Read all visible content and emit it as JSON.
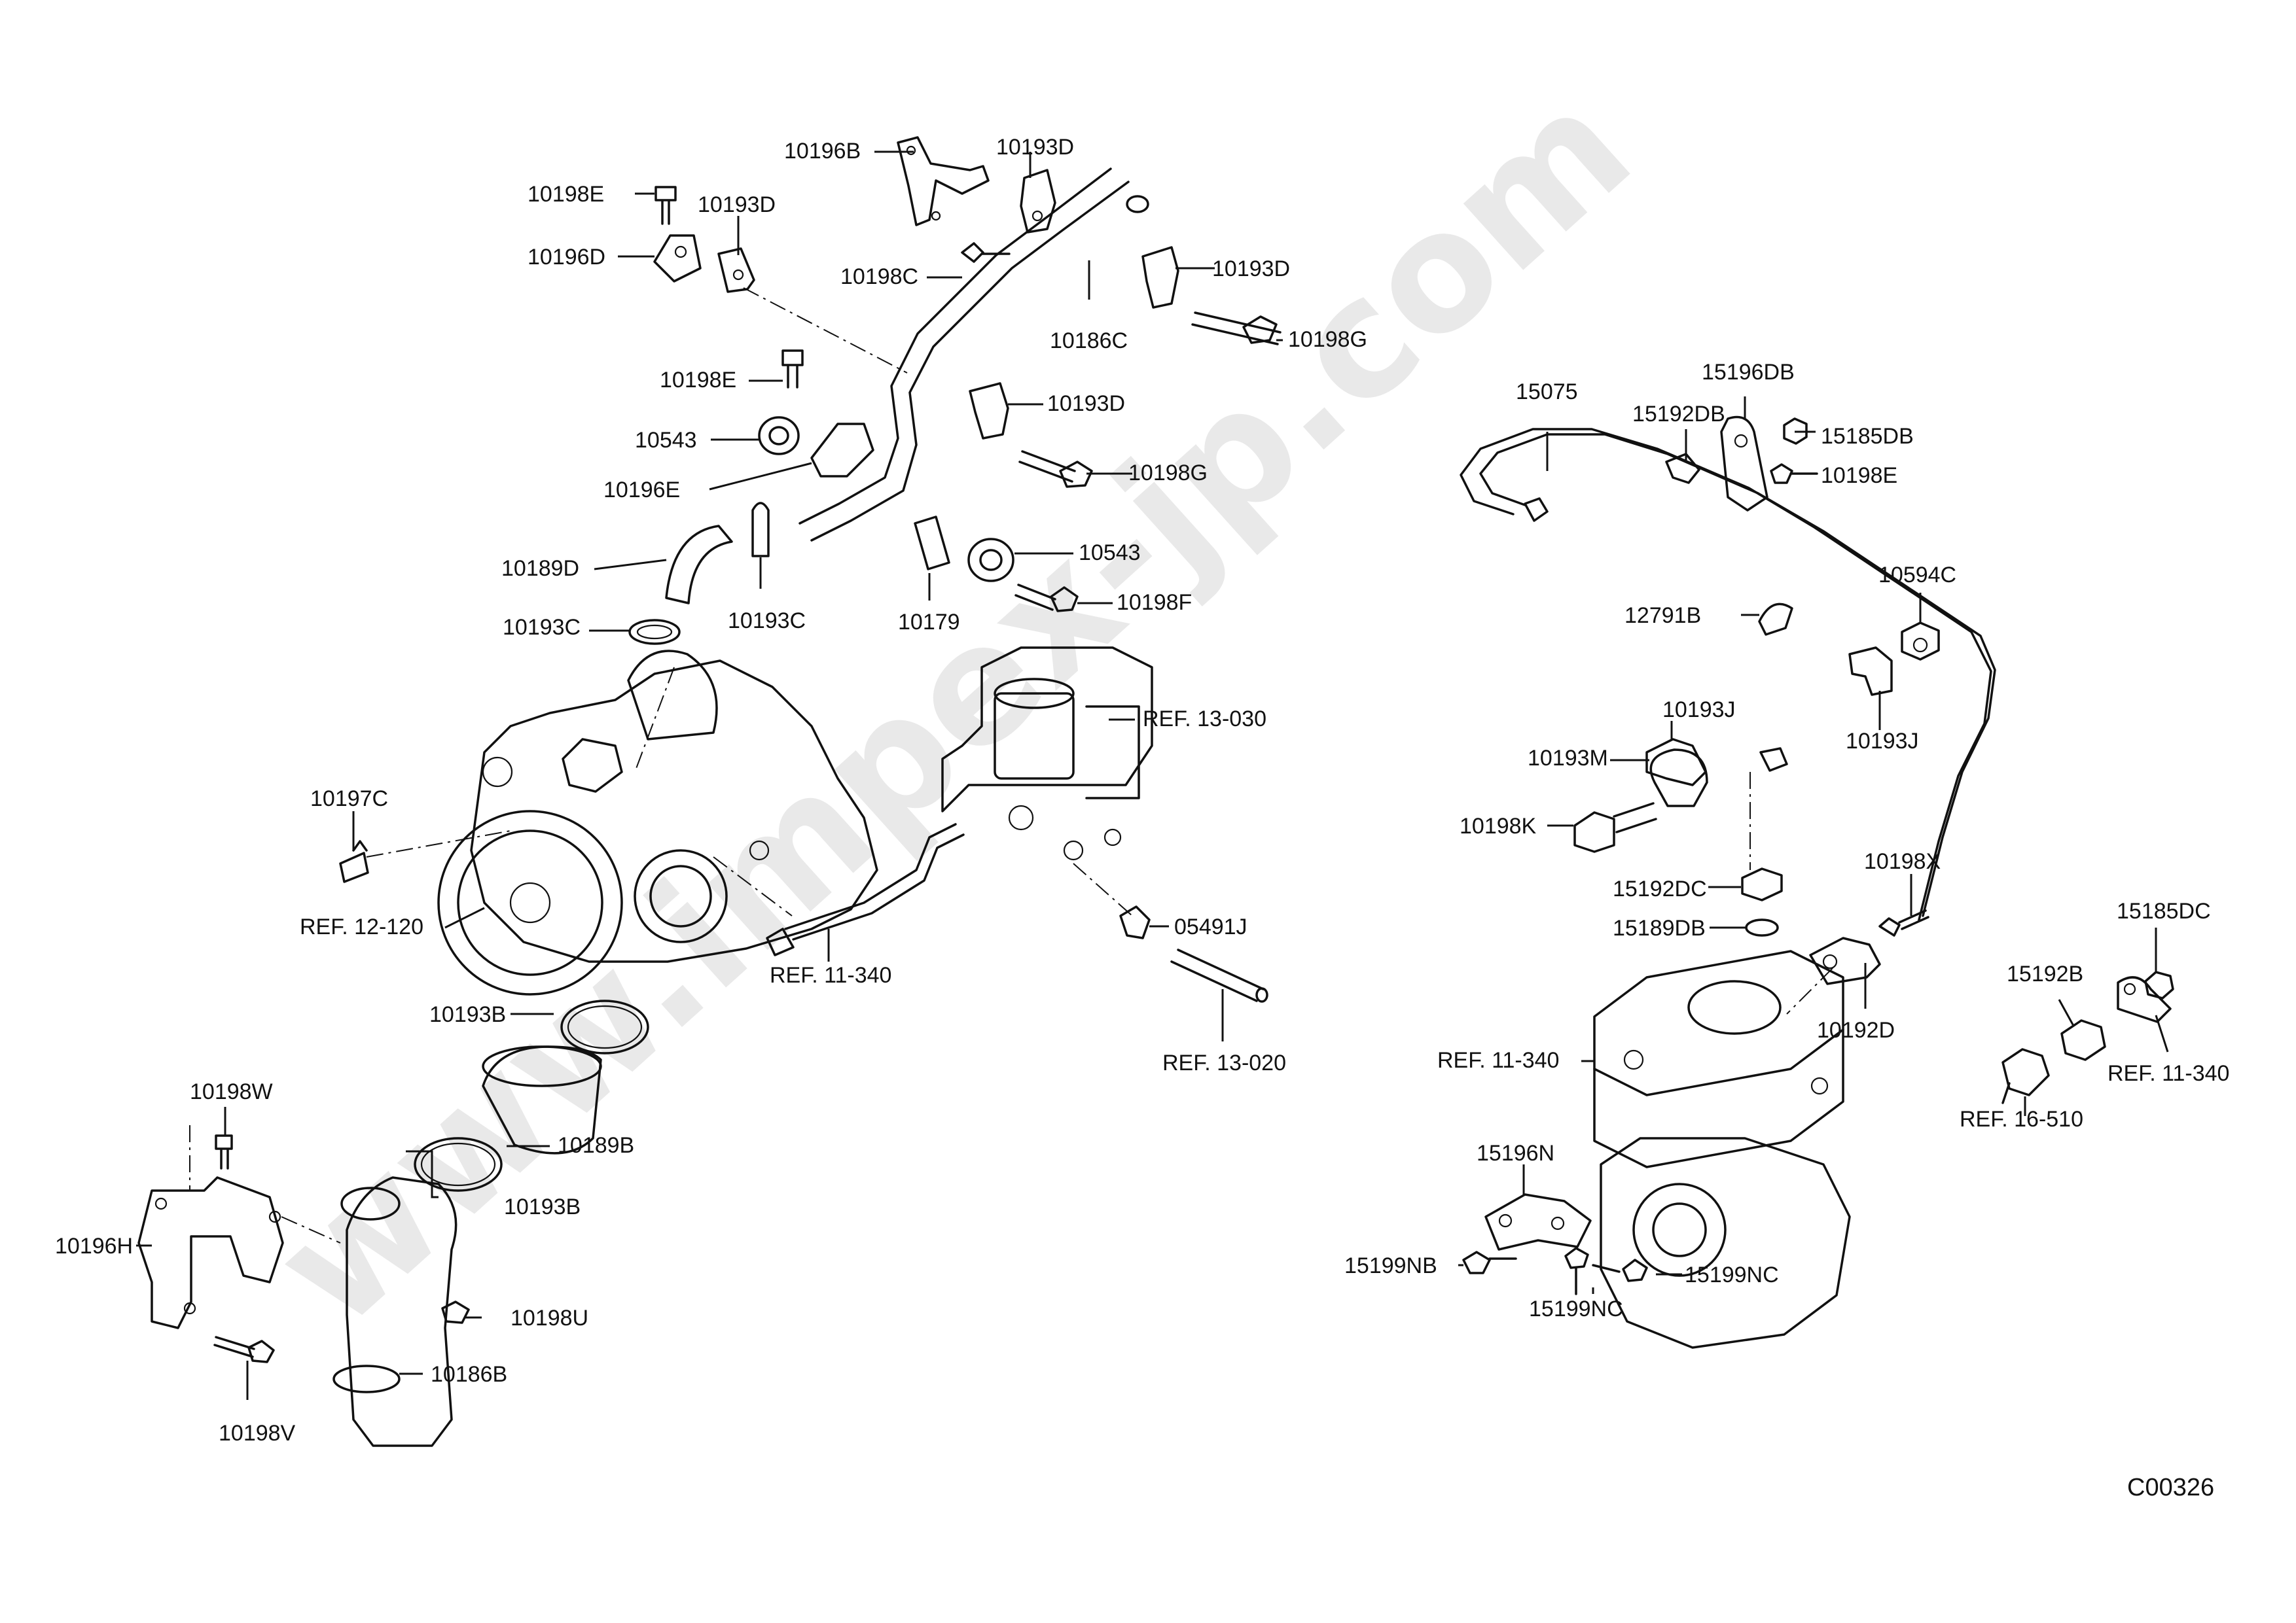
{
  "diagram_code": "C00326",
  "watermark": "www.impex-jp.com",
  "colors": {
    "line": "#111111",
    "watermark": "#bcbcbc",
    "background": "#ffffff"
  },
  "labels": [
    "10196B",
    "10193D",
    "10198E",
    "10193D",
    "10196D",
    "10198C",
    "10193D",
    "10186C",
    "10198G",
    "10198E",
    "10193D",
    "10543",
    "10196E",
    "10198G",
    "10189D",
    "10193C",
    "10543",
    "10179",
    "10198F",
    "10193C",
    "REF. 13-030",
    "10197C",
    "REF. 12-120",
    "05491J",
    "REF. 11-340",
    "REF. 13-020",
    "10193B",
    "10189B",
    "10193B",
    "10198W",
    "10196H",
    "10198U",
    "10186B",
    "10198V",
    "15075",
    "15192DB",
    "15196DB",
    "15185DB",
    "10198E",
    "12791B",
    "10594C",
    "10193J",
    "10193J",
    "10193M",
    "10198K",
    "15192DC",
    "15189DB",
    "10198X",
    "10192D",
    "15185DC",
    "15192B",
    "REF. 11-340",
    "REF. 11-340",
    "REF. 16-510",
    "15196N",
    "15199NB",
    "15199NC",
    "15199NC"
  ]
}
